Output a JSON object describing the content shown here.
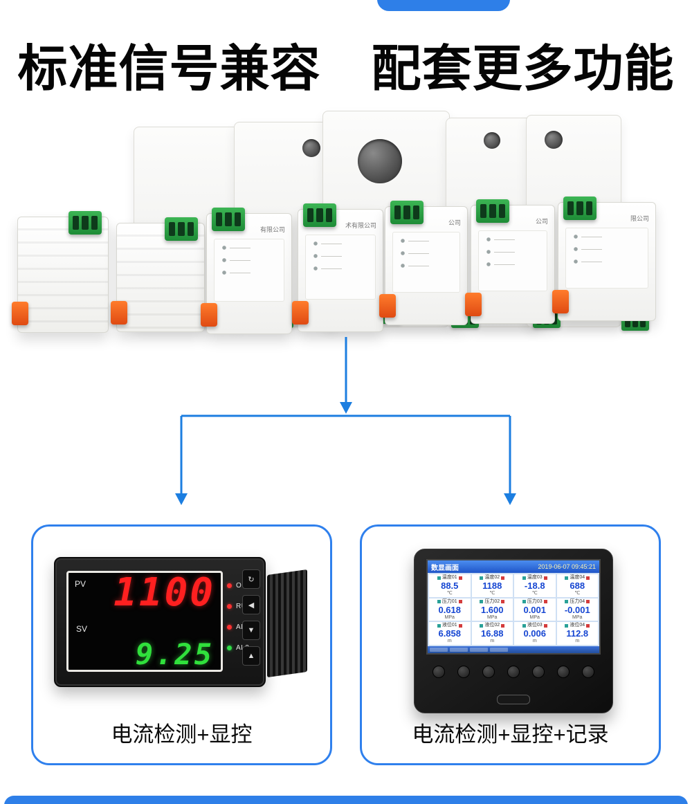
{
  "page": {
    "heading": "标准信号兼容　配套更多功能"
  },
  "colors": {
    "accent_blue": "#1c7ee0",
    "card_border": "#2f80ed",
    "led_red": "#ff3131",
    "led_green": "#2fdc46",
    "pv_red": "#ff2020",
    "sv_green": "#30e03c",
    "value_blue": "#1646d2"
  },
  "products": {
    "modules": [
      {
        "label": ""
      },
      {
        "label": ""
      },
      {
        "label": "有限公司"
      },
      {
        "label": "术有限公司"
      },
      {
        "label": "公司"
      },
      {
        "label": "公司"
      },
      {
        "label": "限公司"
      }
    ]
  },
  "left_card": {
    "caption": "电流检测+显控",
    "meter": {
      "pv_label": "PV",
      "pv_value": "1100",
      "sv_label": "SV",
      "sv_value": "9.25",
      "indicators": [
        {
          "label": "OUT",
          "color": "#ff3131"
        },
        {
          "label": "RUN",
          "color": "#ff3131"
        },
        {
          "label": "AL1",
          "color": "#ff3131"
        },
        {
          "label": "AL2",
          "color": "#2fdc46"
        }
      ],
      "buttons": [
        "↻",
        "◀",
        "▼",
        "▲"
      ]
    }
  },
  "right_card": {
    "caption": "电流检测+显控+记录",
    "recorder": {
      "screen_title": "数显画面",
      "timestamp": "2019-06-07 09:45:21",
      "cells": [
        {
          "label": "温度01",
          "value": "88.5",
          "unit": "℃"
        },
        {
          "label": "温度02",
          "value": "1188",
          "unit": "℃"
        },
        {
          "label": "温度03",
          "value": "-18.8",
          "unit": "℃"
        },
        {
          "label": "温度04",
          "value": "688",
          "unit": "℃"
        },
        {
          "label": "压力01",
          "value": "0.618",
          "unit": "MPa"
        },
        {
          "label": "压力02",
          "value": "1.600",
          "unit": "MPa"
        },
        {
          "label": "压力03",
          "value": "0.001",
          "unit": "MPa"
        },
        {
          "label": "压力04",
          "value": "-0.001",
          "unit": "MPa"
        },
        {
          "label": "液位01",
          "value": "6.858",
          "unit": "m"
        },
        {
          "label": "液位02",
          "value": "16.88",
          "unit": "m"
        },
        {
          "label": "液位03",
          "value": "0.006",
          "unit": "m"
        },
        {
          "label": "液位04",
          "value": "112.8",
          "unit": "m"
        }
      ]
    }
  }
}
